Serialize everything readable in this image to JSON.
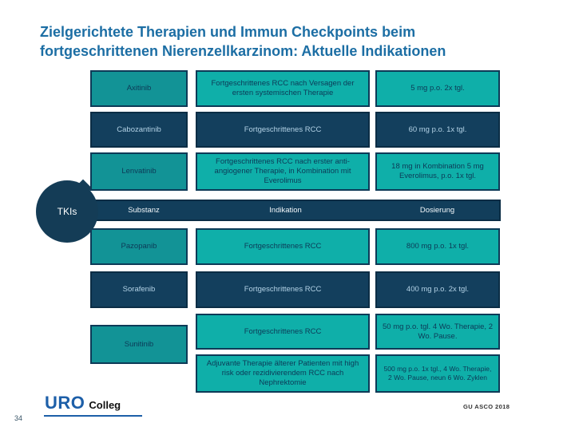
{
  "title": {
    "line1": "Zielgerichtete Therapien und Immun Checkpoints beim",
    "line2": "fortgeschrittenen Nierenzellkarzinom: Aktuelle Indikationen"
  },
  "group_label": "TKIs",
  "header": {
    "substance": "Substanz",
    "indication": "Indikation",
    "dosage": "Dosierung"
  },
  "rows": [
    {
      "substance": "Axitinib",
      "indication": "Fortgeschrittenes RCC nach Versagen der ersten systemischen Therapie",
      "dosage": "5 mg p.o. 2x tgl."
    },
    {
      "substance": "Cabozantinib",
      "indication": "Fortgeschrittenes RCC",
      "dosage": "60 mg p.o. 1x tgl."
    },
    {
      "substance": "Lenvatinib",
      "indication": "Fortgeschrittenes RCC nach erster anti-angiogener Therapie, in Kombination mit Everolimus",
      "dosage": "18 mg in Kombination 5 mg Everolimus, p.o. 1x tgl."
    },
    {
      "substance": "Pazopanib",
      "indication": "Fortgeschrittenes RCC",
      "dosage": "800 mg p.o. 1x tgl."
    },
    {
      "substance": "Sorafenib",
      "indication": "Fortgeschrittenes RCC",
      "dosage": "400 mg p.o. 2x tgl."
    },
    {
      "substance": "Sunitinib",
      "indication": "Fortgeschrittenes RCC",
      "dosage": "50 mg p.o. tgl. 4 Wo. Therapie, 2 Wo. Pause."
    },
    {
      "substance": "",
      "indication": "Adjuvante Therapie älterer Patienten mit high risk oder rezidivierendem RCC nach Nephrektomie",
      "dosage": "500 mg p.o. 1x tgl., 4 Wo. Therapie, 2 Wo. Pause, neun 6 Wo. Zyklen"
    }
  ],
  "footer": {
    "logo_uro": "URO",
    "logo_colleg": "Colleg",
    "conference": "GU ASCO 2018",
    "page_number": "34"
  },
  "colors": {
    "title_blue": "#1C6EA4",
    "teal": "#0FAFA9",
    "teal_dark": "#129396",
    "navy": "#133F5D",
    "header_navy": "#123E5B",
    "logo_blue": "#1D5FA8"
  }
}
